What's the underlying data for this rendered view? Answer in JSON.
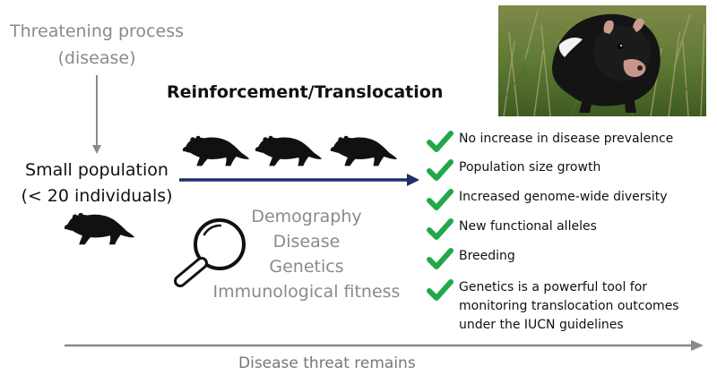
{
  "threat": {
    "line1": "Threatening process",
    "line2": "(disease)"
  },
  "population": {
    "line1": "Small population",
    "line2": "(< 20 individuals)"
  },
  "title": "Reinforcement/Translocation",
  "monitoring": [
    "Demography",
    "Disease",
    "Genetics",
    "Immunological fitness"
  ],
  "outcomes": [
    [
      "No increase in disease prevalence"
    ],
    [
      "Population size growth"
    ],
    [
      "Increased genome-wide diversity"
    ],
    [
      "New functional alleles"
    ],
    [
      "Breeding"
    ],
    [
      "Genetics is a powerful tool for",
      "monitoring translocation outcomes",
      "under the IUCN guidelines"
    ]
  ],
  "footer": "Disease threat remains",
  "colors": {
    "arrow_main": "#1f2d6b",
    "arrow_gray": "#8a8a8a",
    "check": "#22a84a",
    "text_gray": "#8a8a8a"
  },
  "icons": [
    "tasmanian-devil-icon",
    "magnifier-icon",
    "check-icon"
  ]
}
